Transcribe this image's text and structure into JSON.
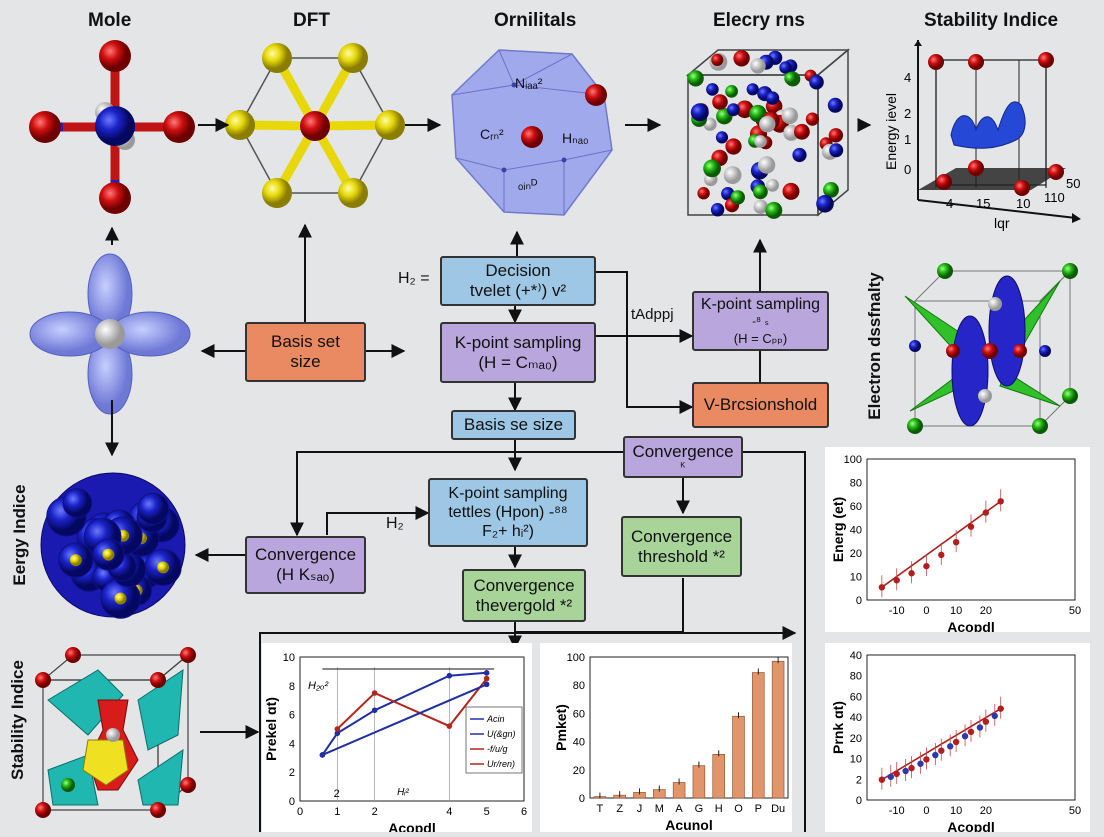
{
  "headers": {
    "mole": "Mole",
    "dft": "DFT",
    "orbitals": "Ornilitals",
    "electrons": "Elecry rns",
    "stability": "Stability Indice"
  },
  "orbital_labels": {
    "top": "Nᵢₐₐ²",
    "left": "Cᵣₙ²",
    "right": "Hₙₐ₀",
    "bottom": "ₒᵢₙᴰ"
  },
  "side_labels": {
    "energy_indice": "Eergy Indice",
    "stability_indice": "Stability Indice",
    "electron_density": "Electron dssfnalty"
  },
  "flow": {
    "h2_prefix": "H₂ =",
    "decision": [
      "Decision",
      "tvelet (+*⁾) v²"
    ],
    "basis_set": [
      "Basis set",
      "size"
    ],
    "kpoint_center": [
      "K-point sampling",
      "(H = Cₘₐ₀)"
    ],
    "basis_small": "Basis se size",
    "adopt_label": "tAdppj",
    "kpoint_right": [
      "K-point sampling",
      "-⁸ ₛ",
      "(H = Cₚₚ)"
    ],
    "vthreshold": "V-Brcsionshold",
    "convergence_small": [
      "Convergence",
      "ᴷ"
    ],
    "kpoint_lower": [
      "K-point sampling",
      "tettles (Hpon) -⁸⁸",
      "F₂+ hᵢ²)"
    ],
    "h2_mid": "H₂",
    "convergence_left": [
      "Convergence",
      "(H Kₛₐₒ)"
    ],
    "convergence_threshold": [
      "Convergence",
      "threshold *²"
    ],
    "convergence_green": [
      "Convergence",
      "thevergold *²"
    ]
  },
  "stability_3d": {
    "ylabel": "Energy ievel",
    "xlabel": "lqr",
    "yticks": [
      "4",
      "2",
      "1",
      "0"
    ],
    "xticks": [
      "4",
      "15",
      "10",
      "110"
    ],
    "ztick": "50"
  },
  "chart_data": [
    {
      "type": "line",
      "xlabel": "Acopdl",
      "ylabel": "Prekel ɑt)",
      "inset": "H₂ₒ²",
      "inset2": "Hᵢ²",
      "inset_x": "2",
      "xlim": [
        0,
        6
      ],
      "ylim": [
        0,
        10
      ],
      "xticks": [
        "0",
        "1",
        "2",
        "4",
        "5",
        "6"
      ],
      "yticks": [
        "0",
        "2",
        "4",
        "6",
        "8",
        "10"
      ],
      "legend": [
        "Acin",
        "U(&gn)",
        "-f/u/g",
        "Ur/ren)"
      ],
      "series": [
        {
          "x": [
            0.6,
            1,
            2,
            4,
            5
          ],
          "y": [
            3.2,
            4.7,
            6.3,
            8.7,
            8.9
          ],
          "color": "#1f2fa6"
        },
        {
          "x": [
            1,
            2,
            4,
            5
          ],
          "y": [
            5.0,
            7.5,
            5.2,
            8.5
          ],
          "color": "#b3261e"
        },
        {
          "x": [
            0.6,
            5
          ],
          "y": [
            3.2,
            8.1
          ],
          "color": "#1f2fa6"
        }
      ]
    },
    {
      "type": "bar",
      "xlabel": "Acunol",
      "ylabel": "Pmket)",
      "ylim": [
        0,
        100
      ],
      "yticks": [
        "0",
        "20",
        "40",
        "60",
        "80",
        "100"
      ],
      "categories": [
        "T",
        "Z",
        "J",
        "M",
        "A",
        "G",
        "H",
        "O",
        "P",
        "Du"
      ],
      "values": [
        1,
        2,
        4,
        6,
        11,
        23,
        31,
        58,
        89,
        97
      ],
      "color": "#e0956a"
    },
    {
      "type": "scatter",
      "xlabel": "Acopdl",
      "ylabel": "Energ (et)",
      "xlim": [
        -20,
        50
      ],
      "ylim": [
        0,
        100
      ],
      "xticks": [
        "-10",
        "0",
        "10",
        "20",
        "50"
      ],
      "yticks": [
        "0",
        "10",
        "20",
        "40",
        "60",
        "80",
        "100"
      ],
      "points_x": [
        -15,
        -10,
        -5,
        0,
        5,
        10,
        15,
        20,
        25
      ],
      "points_y": [
        9,
        14,
        19,
        24,
        32,
        41,
        52,
        62,
        70
      ]
    },
    {
      "type": "scatter",
      "xlabel": "Acopdl",
      "ylabel": "Prnk ɑt)",
      "xlim": [
        -20,
        50
      ],
      "ylim": [
        0,
        100
      ],
      "xticks": [
        "-10",
        "0",
        "10",
        "20",
        "50"
      ],
      "yticks": [
        "0",
        "2",
        "10",
        "20",
        "40",
        "60",
        "80",
        "40"
      ],
      "points_x": [
        -15,
        -12,
        -10,
        -7,
        -5,
        -2,
        0,
        3,
        5,
        8,
        10,
        13,
        15,
        18,
        20,
        23,
        25
      ],
      "points_y": [
        14,
        16,
        18,
        20,
        22,
        25,
        28,
        31,
        34,
        37,
        40,
        44,
        47,
        50,
        54,
        58,
        63
      ]
    }
  ]
}
